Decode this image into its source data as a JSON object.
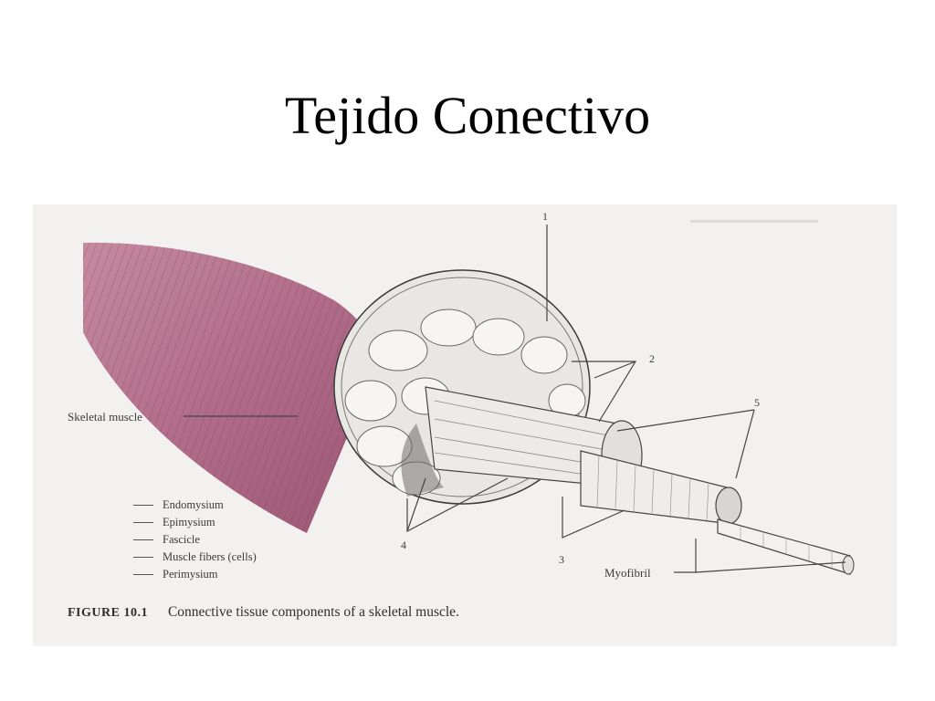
{
  "slide": {
    "title": "Tejido Conectivo"
  },
  "figure": {
    "callouts": [
      "1",
      "2",
      "3",
      "4",
      "5"
    ],
    "labels": {
      "skeletal_muscle": "Skeletal muscle",
      "myofibril": "Myofibril"
    },
    "legend": [
      "Endomysium",
      "Epimysium",
      "Fascicle",
      "Muscle fibers (cells)",
      "Perimysium"
    ],
    "caption": {
      "number": "FIGURE 10.1",
      "text": "Connective tissue components of a skeletal muscle."
    }
  },
  "colors": {
    "muscle": "#b9768f",
    "muscle_dark": "#8e4e68",
    "tissue": "#e9e7e3",
    "line": "#444444"
  }
}
